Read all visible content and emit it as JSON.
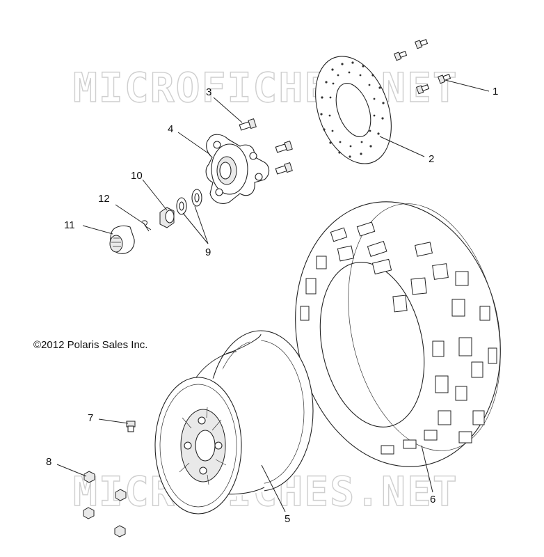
{
  "watermark": {
    "top": "MICROFICHES.NET",
    "bottom": "MICROFICHES.NET"
  },
  "copyright": "©2012 Polaris Sales Inc.",
  "callouts": {
    "c1": "1",
    "c2": "2",
    "c3": "3",
    "c4": "4",
    "c5": "5",
    "c6": "6",
    "c7": "7",
    "c8": "8",
    "c9": "9",
    "c10": "10",
    "c11": "11",
    "c12": "12"
  }
}
